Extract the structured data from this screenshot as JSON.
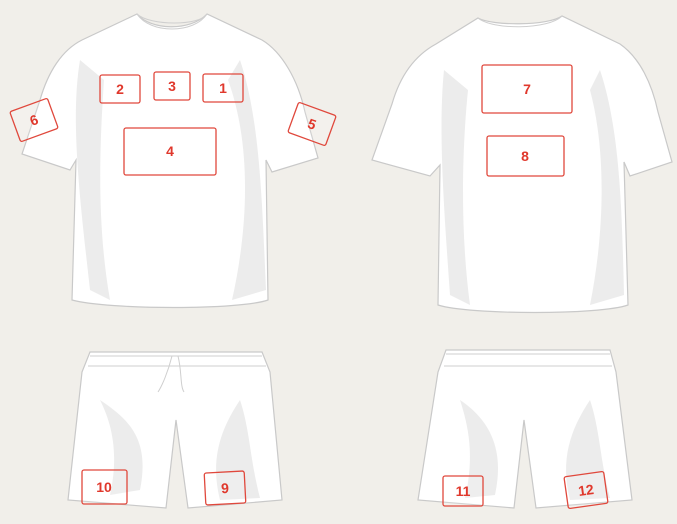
{
  "zones": {
    "front_shirt": [
      {
        "id": "zone-2",
        "label": "2"
      },
      {
        "id": "zone-3",
        "label": "3"
      },
      {
        "id": "zone-1",
        "label": "1"
      },
      {
        "id": "zone-4",
        "label": "4"
      },
      {
        "id": "zone-6",
        "label": "6"
      },
      {
        "id": "zone-5",
        "label": "5"
      }
    ],
    "back_shirt": [
      {
        "id": "zone-7",
        "label": "7"
      },
      {
        "id": "zone-8",
        "label": "8"
      }
    ],
    "front_shorts": [
      {
        "id": "zone-10",
        "label": "10"
      },
      {
        "id": "zone-9",
        "label": "9"
      }
    ],
    "back_shorts": [
      {
        "id": "zone-11",
        "label": "11"
      },
      {
        "id": "zone-12",
        "label": "12"
      }
    ]
  },
  "colors": {
    "background": "#f1efea",
    "garment": "#ffffff",
    "zone_outline": "#e0483c",
    "zone_text": "#e0382c"
  }
}
